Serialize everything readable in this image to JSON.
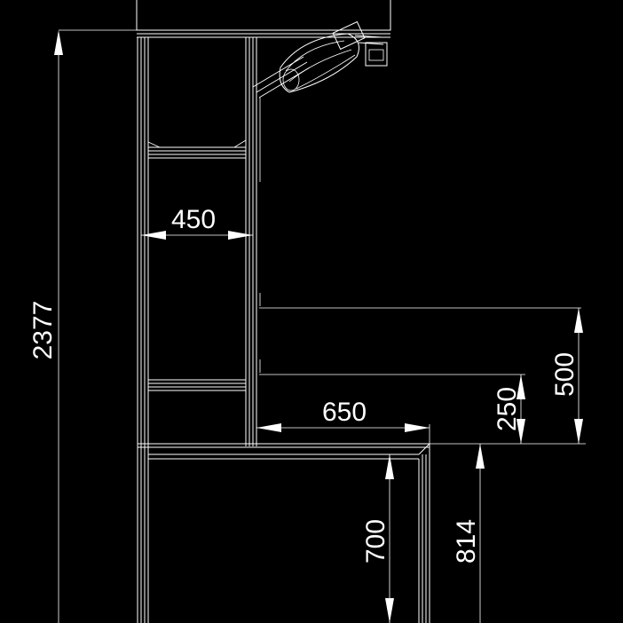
{
  "drawing": {
    "background": "#000000",
    "line_color": "#ffffff",
    "dimensions": {
      "total_height": "2377",
      "shelf_width": "450",
      "worktop_depth": "650",
      "upper_gap": "500",
      "lower_gap": "250",
      "worktop_height": "814",
      "table_height": "700"
    }
  }
}
